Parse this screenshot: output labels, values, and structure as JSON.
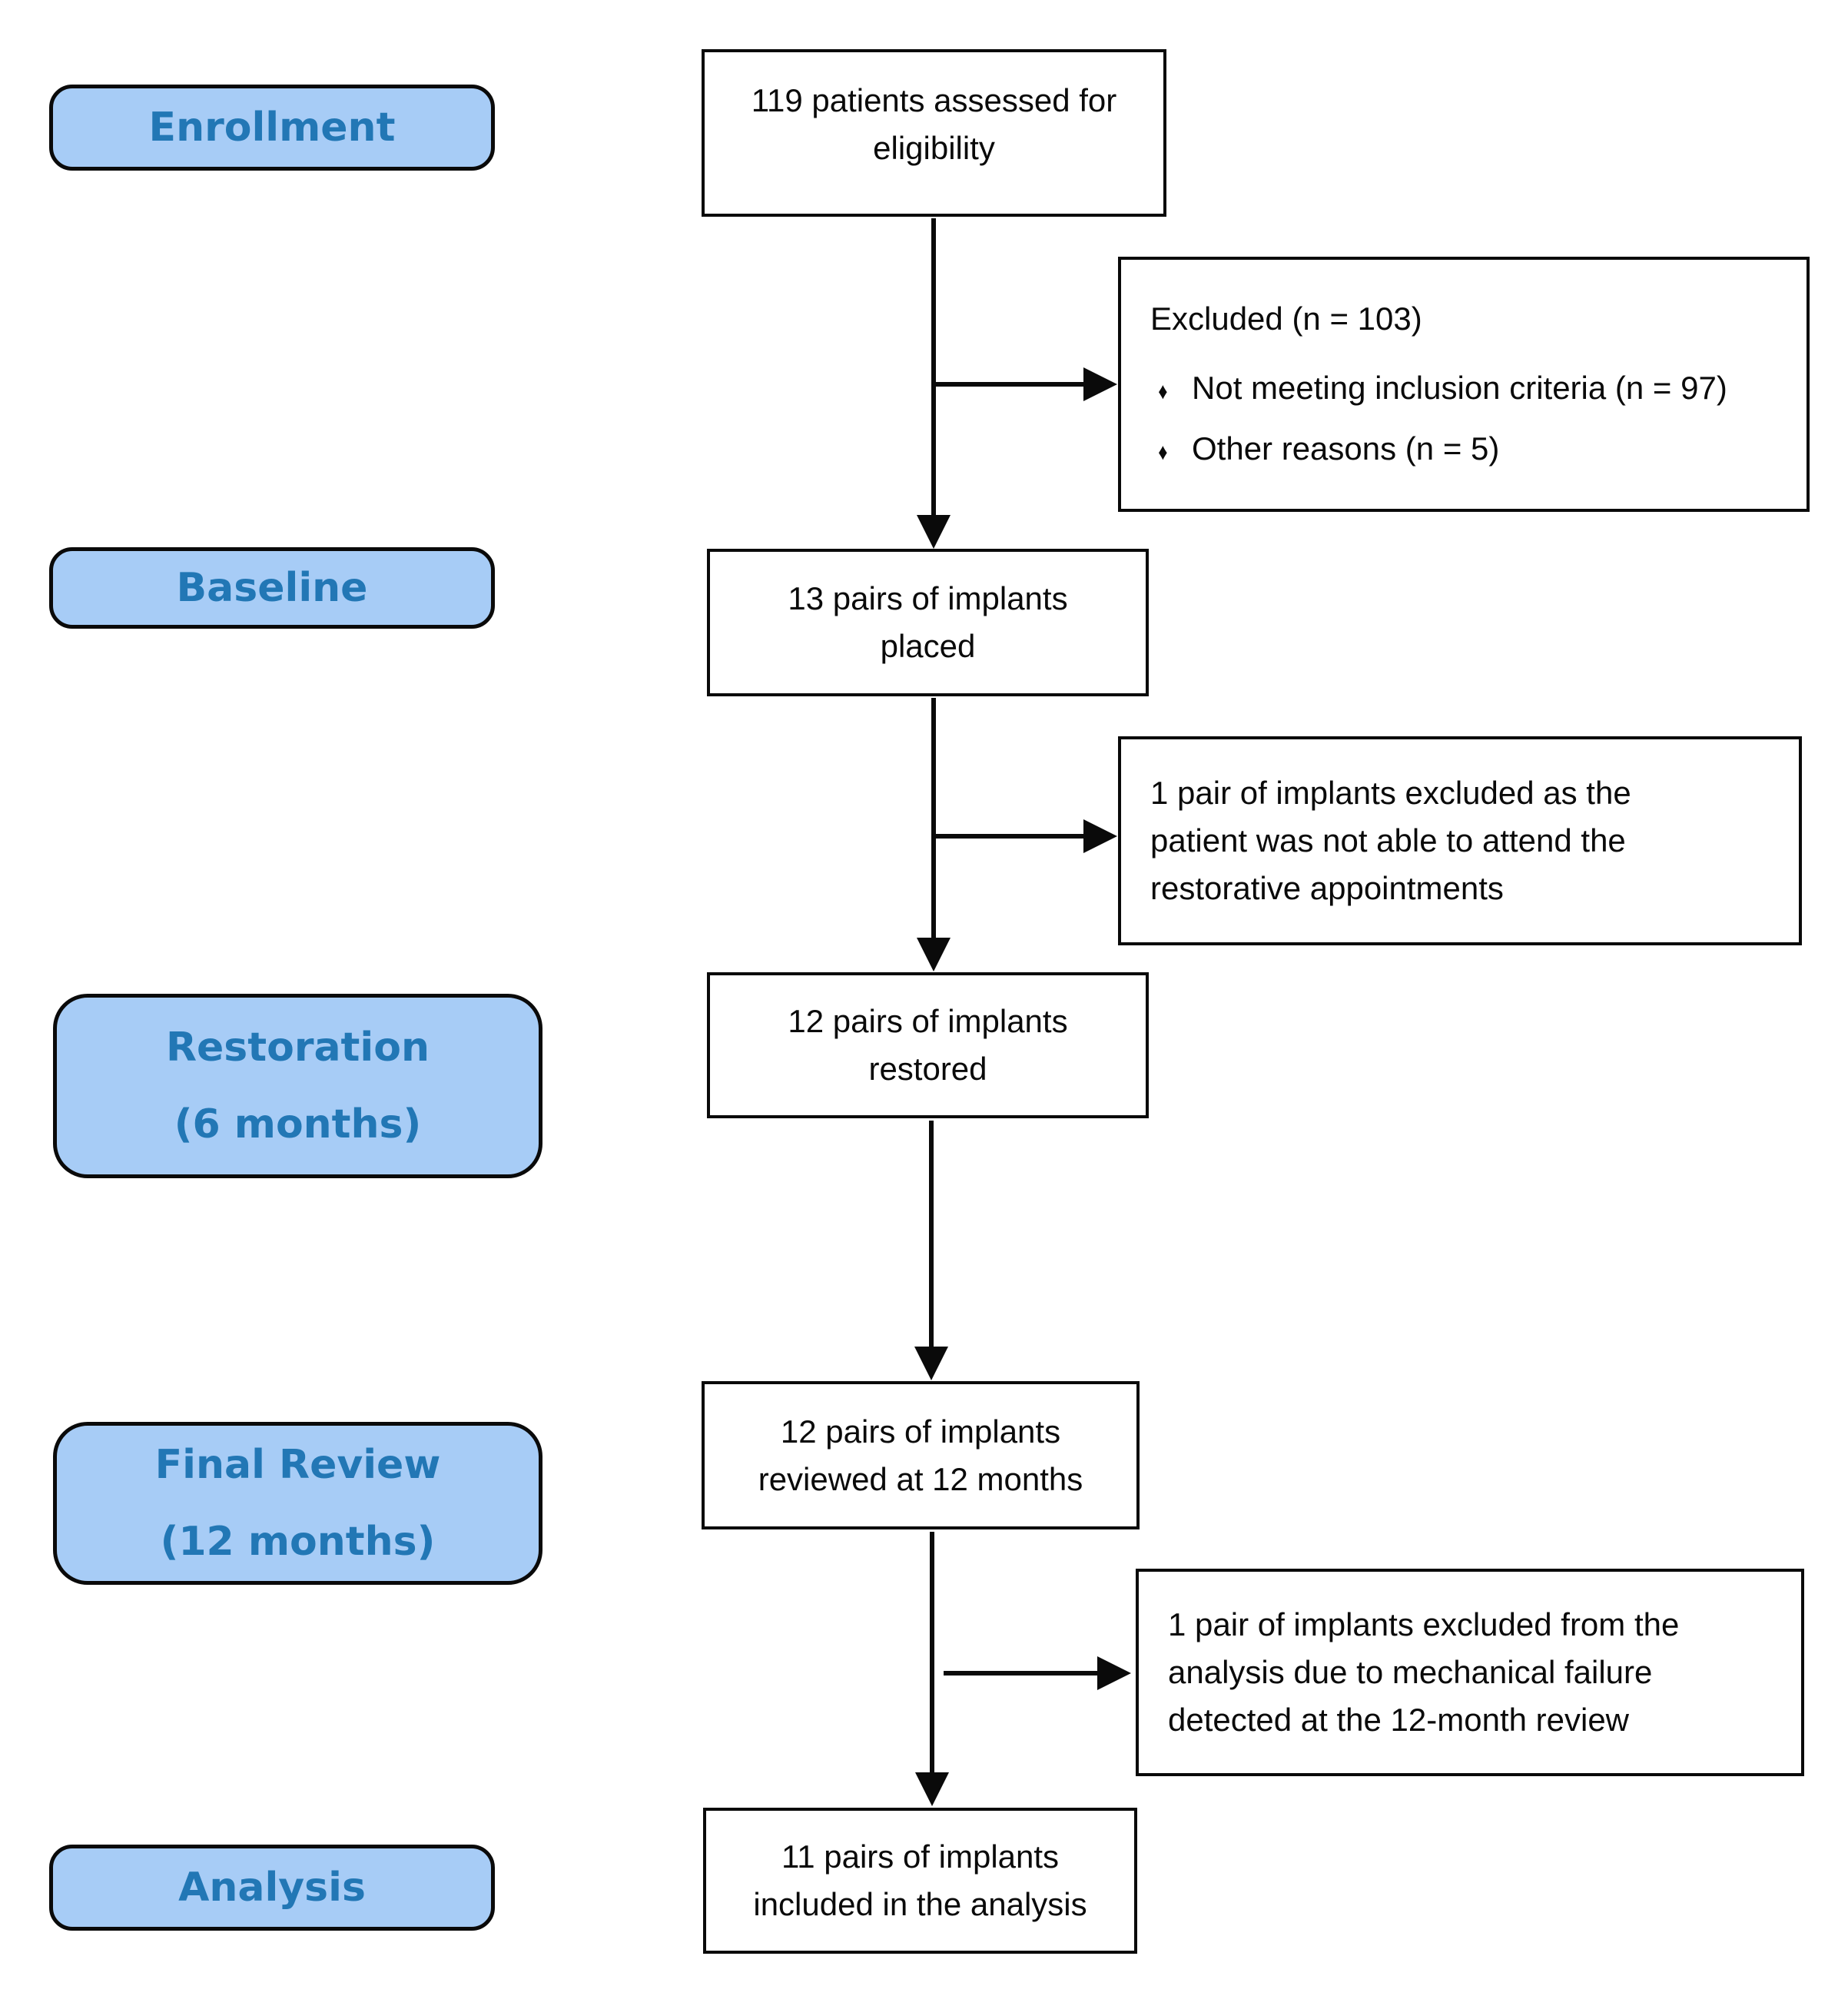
{
  "diagram_type": "consort-flow-diagram",
  "colors": {
    "stage_fill": "#A7CCF6",
    "stage_text": "#2277B5",
    "line": "#0a0a0a",
    "flow_box_fill": "#ffffff"
  },
  "stages": [
    {
      "lines": [
        "Enrollment"
      ]
    },
    {
      "lines": [
        "Baseline"
      ]
    },
    {
      "lines": [
        "Restoration",
        "(6 months)"
      ]
    },
    {
      "lines": [
        "Final Review",
        "(12 months)"
      ]
    },
    {
      "lines": [
        "Analysis"
      ]
    }
  ],
  "flow": [
    {
      "lines": [
        "119 patients assessed for",
        "eligibility"
      ]
    },
    {
      "lines": [
        "13 pairs of implants",
        "placed"
      ]
    },
    {
      "lines": [
        "12 pairs of implants",
        "restored"
      ]
    },
    {
      "lines": [
        "12 pairs of implants",
        "reviewed at 12 months"
      ]
    },
    {
      "lines": [
        "11 pairs of implants",
        "included in the analysis"
      ]
    }
  ],
  "side": [
    {
      "heading": "Excluded (n = 103)",
      "bullet_glyph": "♦",
      "bullets": [
        "Not meeting inclusion criteria (n = 97)",
        "Other reasons (n = 5)"
      ]
    },
    {
      "text": "1 pair of implants excluded as the patient was not able to attend the restorative appointments"
    },
    {
      "text": "1 pair of implants excluded from the analysis due to mechanical failure detected at the 12-month review"
    }
  ]
}
